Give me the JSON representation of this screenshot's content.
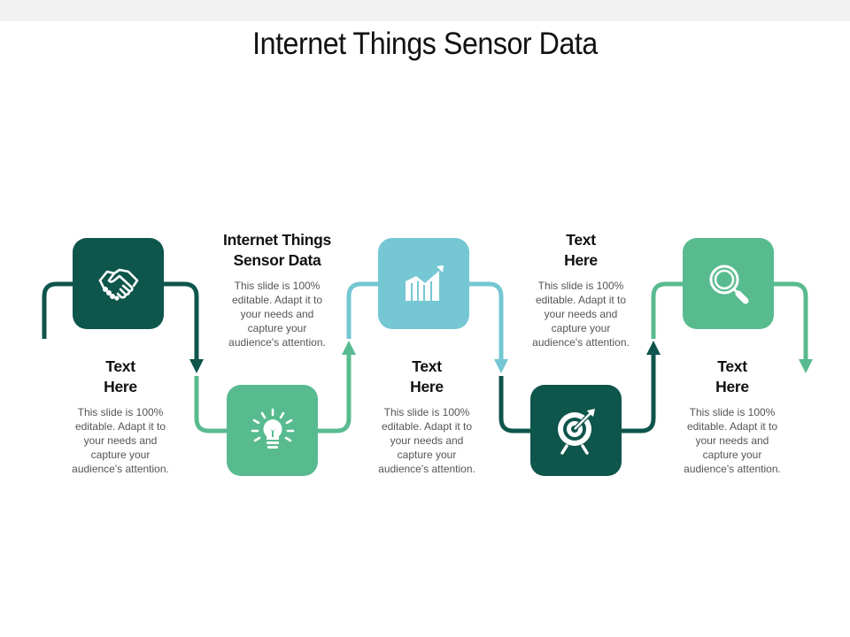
{
  "slide": {
    "title": "Internet Things Sensor Data",
    "colors": {
      "dark_teal": "#0e554b",
      "green": "#58bb8f",
      "light_blue": "#74c7d3",
      "background": "#ffffff",
      "top_band": "#f2f2f2",
      "heading_text": "#111111",
      "body_text": "#555555"
    },
    "steps": [
      {
        "icon": "handshake-icon",
        "color": "#0e554b",
        "heading_line1": "Text",
        "heading_line2": "Here",
        "desc_lines": [
          "This slide is 100%",
          "editable. Adapt it to",
          "your needs and",
          "capture your",
          "audience's attention."
        ],
        "text_position": "below"
      },
      {
        "icon": "lightbulb-icon",
        "color": "#58bb8f",
        "heading_line1": "Internet Things",
        "heading_line2": "Sensor Data",
        "desc_lines": [
          "This slide is 100%",
          "editable. Adapt it to",
          "your needs and",
          "capture your",
          "audience's attention."
        ],
        "text_position": "above"
      },
      {
        "icon": "bar-chart-growth-icon",
        "color": "#74c7d3",
        "heading_line1": "Text",
        "heading_line2": "Here",
        "desc_lines": [
          "This slide is 100%",
          "editable. Adapt it to",
          "your needs and",
          "capture your",
          "audience's attention."
        ],
        "text_position": "below"
      },
      {
        "icon": "target-arrow-icon",
        "color": "#0e554b",
        "heading_line1": "Text",
        "heading_line2": "Here",
        "desc_lines": [
          "This slide is 100%",
          "editable. Adapt it to",
          "your needs and",
          "capture your",
          "audience's attention."
        ],
        "text_position": "above"
      },
      {
        "icon": "magnifier-icon",
        "color": "#58bb8f",
        "heading_line1": "Text",
        "heading_line2": "Here",
        "desc_lines": [
          "This slide is 100%",
          "editable. Adapt it to",
          "your needs and",
          "capture your",
          "audience's attention."
        ],
        "text_position": "below"
      }
    ]
  }
}
